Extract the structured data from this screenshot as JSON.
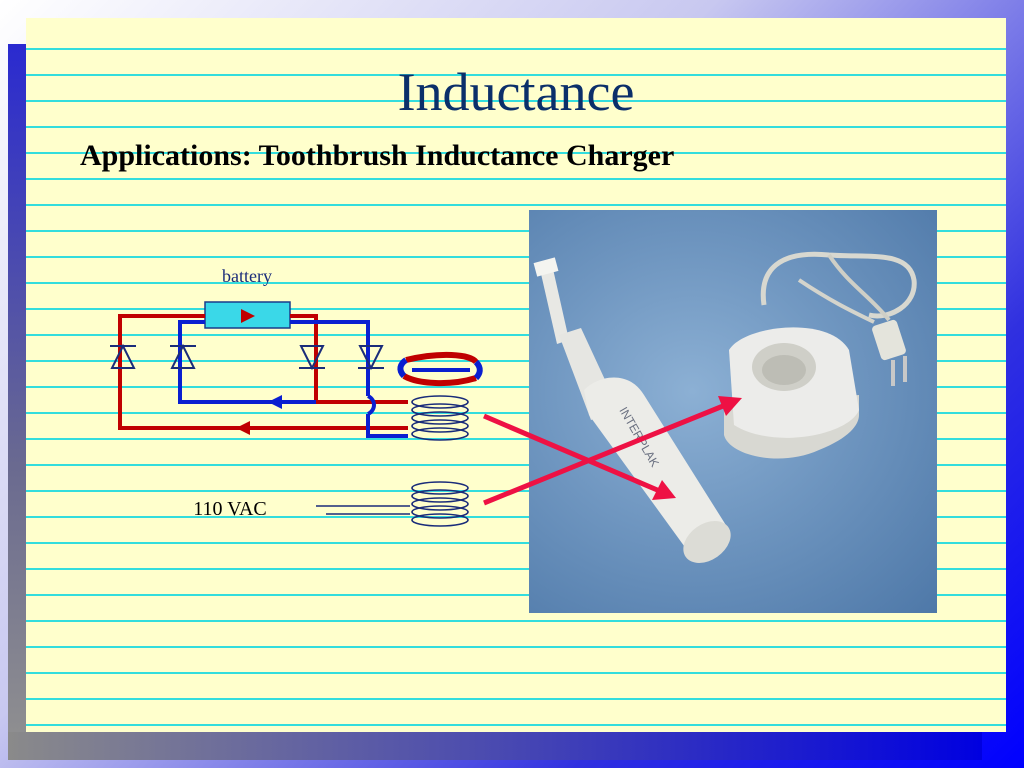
{
  "slide": {
    "title": "Inductance",
    "subtitle": "Applications:  Toothbrush Inductance Charger"
  },
  "diagram": {
    "battery_label": "battery",
    "supply_label": "110 VAC"
  },
  "photo": {
    "brand_text": "INTERPLAK"
  },
  "colors": {
    "title": "#0b2f6a",
    "wire_red": "#c00000",
    "wire_blue": "#0a1fd0",
    "battery_fill": "#3ad8e8",
    "pointer_arrow": "#ee1144"
  }
}
